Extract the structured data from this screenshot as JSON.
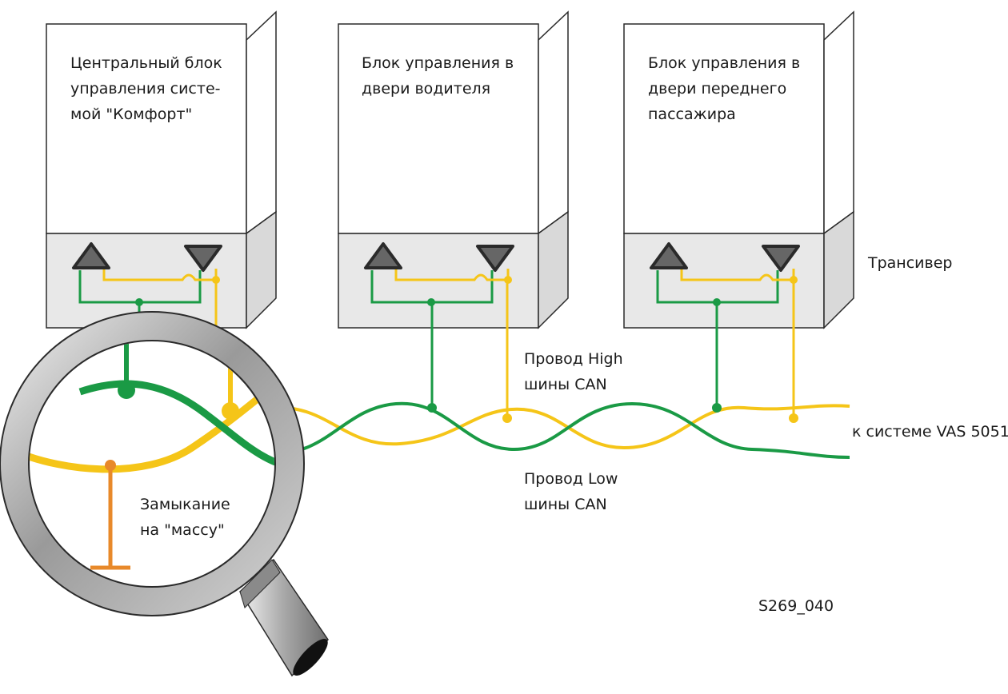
{
  "units": [
    {
      "id": "central",
      "lines": [
        "Центральный блок",
        "управления систе-",
        "мой \"Комфорт\""
      ]
    },
    {
      "id": "driver",
      "lines": [
        "Блок управления в",
        "двери водителя"
      ]
    },
    {
      "id": "passenger",
      "lines": [
        "Блок управления в",
        "двери переднего",
        "пассажира"
      ]
    }
  ],
  "labels": {
    "transceiver": "Трансивер",
    "can_high_line1": "Провод High",
    "can_high_line2": "шины CAN",
    "can_low_line1": "Провод Low",
    "can_low_line2": "шины CAN",
    "to_vas": "к системе VAS 5051",
    "short_line1": "Замыкание",
    "short_line2": "на \"массу\"",
    "figure_code": "S269_040"
  },
  "colors": {
    "can_high": "#f5c518",
    "can_low": "#1a9a45",
    "short_circuit": "#e8892a",
    "box_fill": "#e8e8e8",
    "box_side": "#d9d9d9",
    "triangle": "#666666",
    "outline": "#2a2a2a"
  }
}
